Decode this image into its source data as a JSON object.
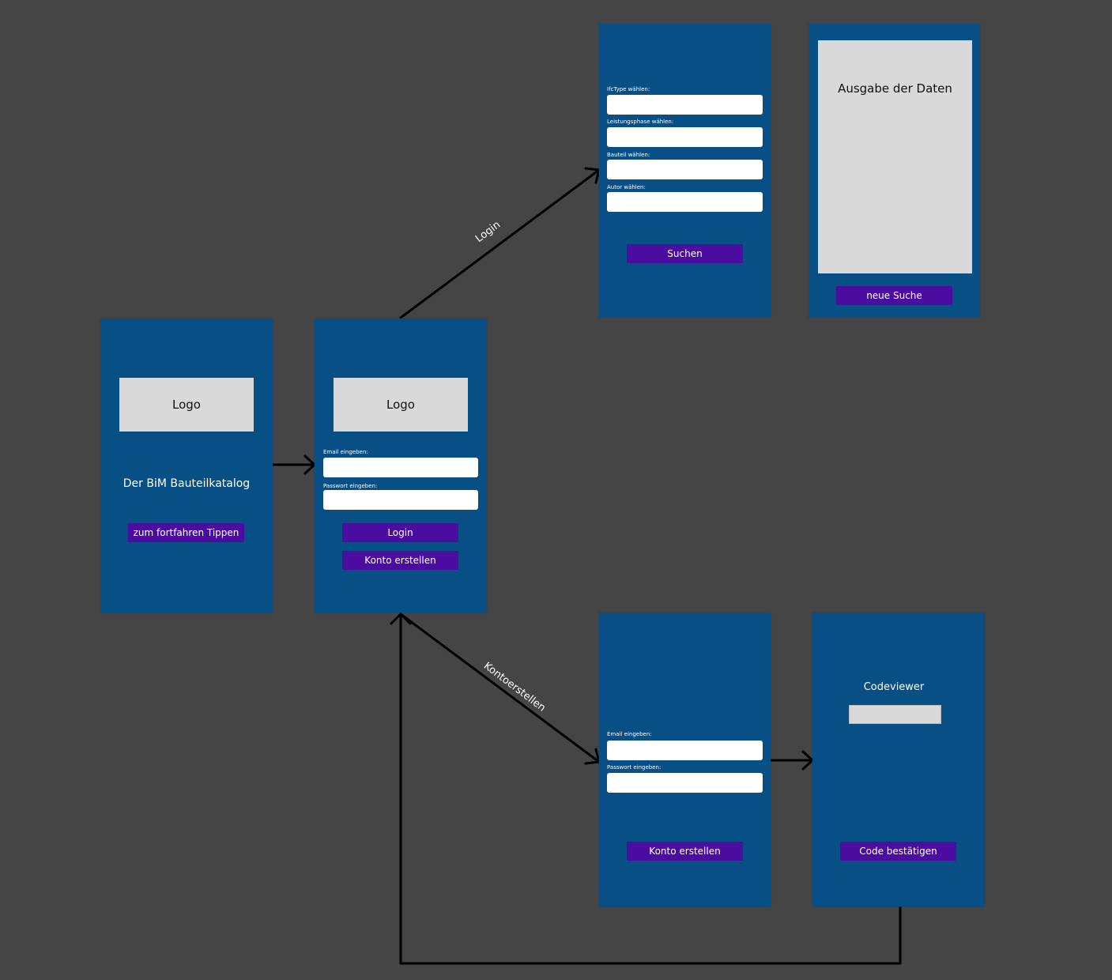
{
  "screens": {
    "splash": {
      "logo": "Logo",
      "title": "Der BiM Bauteilkatalog",
      "button": "zum fortfahren Tippen"
    },
    "login": {
      "logo": "Logo",
      "email_label": "Email eingeben:",
      "password_label": "Passwort eingeben:",
      "login_button": "Login",
      "create_button": "Konto erstellen"
    },
    "search": {
      "ifc_label": "IfcType wählen:",
      "phase_label": "Leistungsphase wählen:",
      "component_label": "Bauteil wählen:",
      "author_label": "Autor wählen:",
      "search_button": "Suchen"
    },
    "results": {
      "output": "Ausgabe der Daten",
      "new_search_button": "neue Suche"
    },
    "register": {
      "email_label": "Email eingeben:",
      "password_label": "Passwort eingeben:",
      "create_button": "Konto erstellen"
    },
    "code": {
      "title": "Codeviewer",
      "confirm_button": "Code bestätigen"
    }
  },
  "connections": {
    "login_label": "Login",
    "register_label": "Kontoerstellen"
  },
  "colors": {
    "background": "#454545",
    "screen": "#084f85",
    "button": "#4b0ca0",
    "placeholder": "#d9d9d9",
    "arrow": "#000000"
  }
}
